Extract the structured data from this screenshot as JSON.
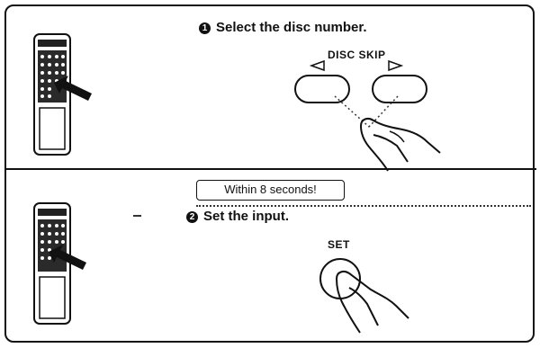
{
  "step1": {
    "number": "1",
    "title": "Select the disc number.",
    "button_label": "DISC SKIP"
  },
  "step2": {
    "number": "2",
    "title": "Set the input.",
    "button_label": "SET",
    "callout": "Within 8 seconds!"
  },
  "icons": [
    "remote-control-icon",
    "pointing-arrow-icon",
    "left-triangle-icon",
    "right-triangle-icon",
    "hand-pressing-icon"
  ]
}
